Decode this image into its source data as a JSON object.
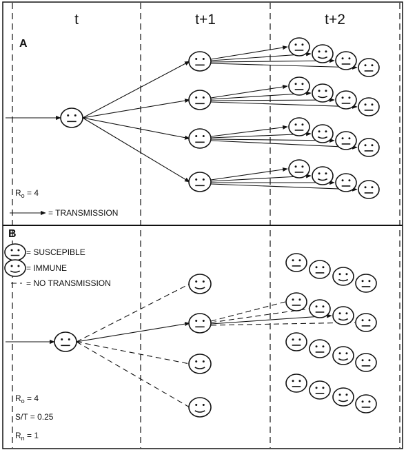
{
  "columns": {
    "t": "t",
    "t1": "t+1",
    "t2": "t+2"
  },
  "panel_a": {
    "tag": "A",
    "r0_base": "R",
    "r0_sub": "o",
    "r0_rest": " = 4",
    "transmission_legend": "= TRANSMISSION",
    "branches": 4,
    "secondary_per_branch": 4
  },
  "panel_b": {
    "tag": "B",
    "legend_susceptible": "= SUSCEPIBLE",
    "legend_immune": "= IMMUNE",
    "legend_no_transmission": "NO TRANSMISSION",
    "r0_base": "R",
    "r0_sub": "o",
    "r0_rest": " = 4",
    "st_label": "S/T = 0.25",
    "rn_base": "R",
    "rn_sub": "n",
    "rn_rest": " = 1",
    "contacts": 4,
    "infected_contacts": 1
  },
  "colors": {
    "ink": "#111111",
    "background": "#ffffff"
  },
  "icons": [
    "susceptible-face-icon",
    "immune-face-icon",
    "arrow-icon"
  ]
}
